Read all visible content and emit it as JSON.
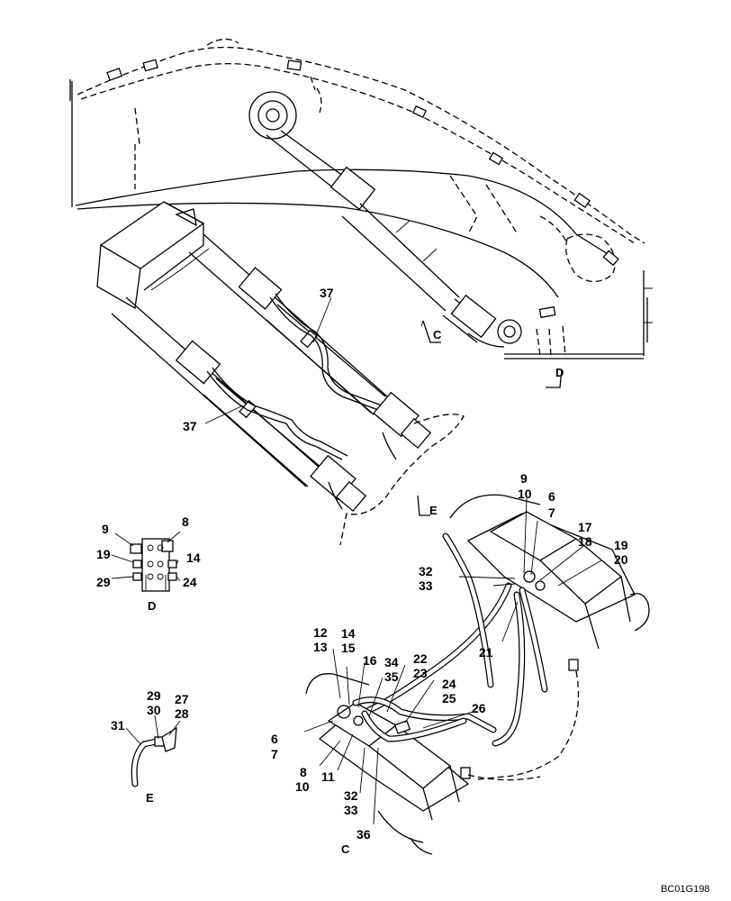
{
  "drawing": {
    "code": "BC01G198"
  },
  "views": {
    "C": "C",
    "D": "D",
    "E": "E"
  },
  "callouts": {
    "c37a": "37",
    "c37b": "37",
    "d9": "9",
    "d8": "8",
    "d19": "19",
    "d14": "14",
    "d29": "29",
    "d24": "24",
    "e29": "29",
    "e30": "30",
    "e27": "27",
    "e28": "28",
    "e31": "31",
    "r9": "9",
    "r10": "10",
    "r6": "6",
    "r7": "7",
    "r17": "17",
    "r18": "18",
    "r19": "19",
    "r20": "20",
    "r32": "32",
    "r33": "33",
    "r21": "21",
    "l12": "12",
    "l13": "13",
    "l14": "14",
    "l15": "15",
    "l16": "16",
    "l34": "34",
    "l35": "35",
    "l22": "22",
    "l23": "23",
    "l24": "24",
    "l25": "25",
    "l26": "26",
    "l6": "6",
    "l7": "7",
    "l8": "8",
    "l10": "10",
    "l11": "11",
    "l32": "32",
    "l33": "33",
    "l36": "36"
  }
}
